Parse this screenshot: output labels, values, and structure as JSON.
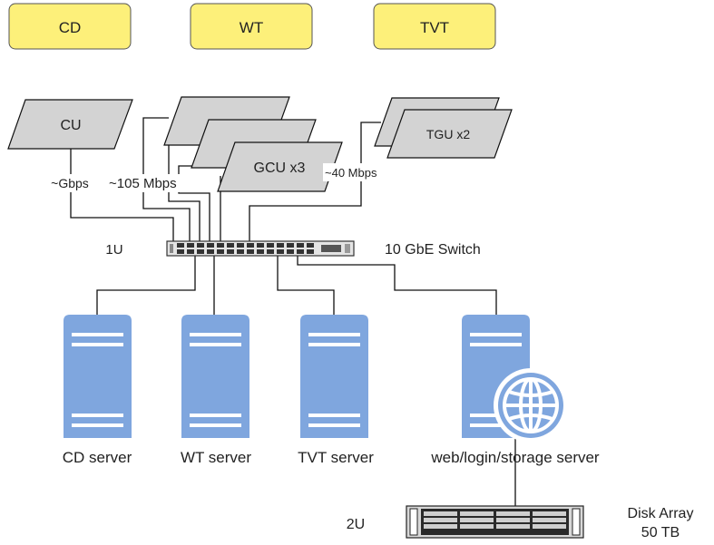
{
  "groups": {
    "cd": "CD",
    "wt": "WT",
    "tvt": "TVT"
  },
  "units": {
    "cu": "CU",
    "gcu": "GCU x3",
    "tgu": "TGU x2"
  },
  "links": {
    "cu_rate": "~Gbps",
    "gcu_rate": "~105 Mbps",
    "tgu_rate": "~40 Mbps"
  },
  "switch": {
    "rack_size": "1U",
    "label": "10 GbE Switch"
  },
  "servers": {
    "cd": "CD server",
    "wt": "WT server",
    "tvt": "TVT server",
    "web": "web/login/storage server"
  },
  "disk_array": {
    "rack_size": "2U",
    "label_line1": "Disk Array",
    "label_line2": "50 TB"
  },
  "colors": {
    "group_fill": "#fdf07a",
    "group_stroke": "#555555",
    "unit_fill": "#d3d3d3",
    "server_fill": "#7fa6de",
    "globe_fill": "#7fa6de"
  }
}
